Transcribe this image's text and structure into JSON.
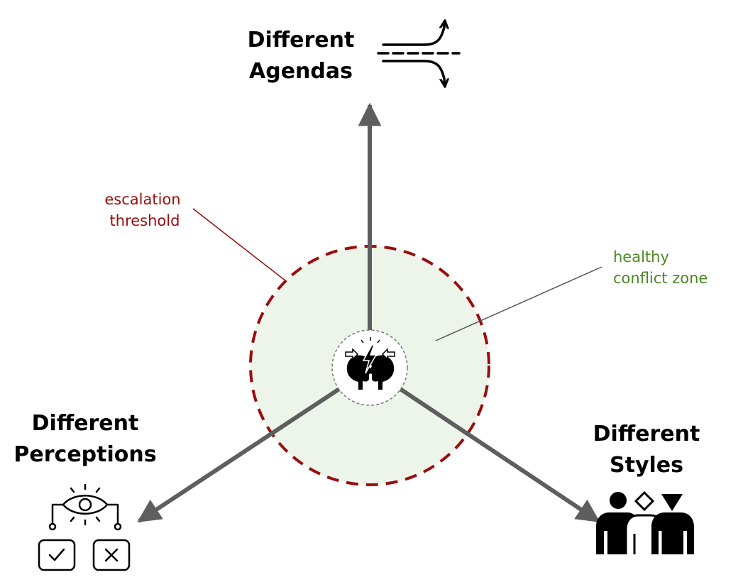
{
  "colors": {
    "axis": "#5e5e5e",
    "threshold": "#9b0c0c",
    "healthy_zone_fill": "#edf5ea",
    "healthy_label": "#4b8a22",
    "threshold_label": "#9b0c0c",
    "icon": "#000000"
  },
  "labels": {
    "agendas": {
      "line1": "Different",
      "line2": "Agendas",
      "icon": "diverging-arrows-icon"
    },
    "perceptions": {
      "line1": "Different",
      "line2": "Perceptions",
      "icon": "eye-decision-icon"
    },
    "styles": {
      "line1": "Different",
      "line2": "Styles",
      "icon": "diverse-people-icon"
    },
    "threshold": {
      "line1": "escalation",
      "line2": "threshold"
    },
    "healthy": {
      "line1": "healthy",
      "line2": "conflict zone"
    },
    "center_icon": "head-clash-icon"
  }
}
